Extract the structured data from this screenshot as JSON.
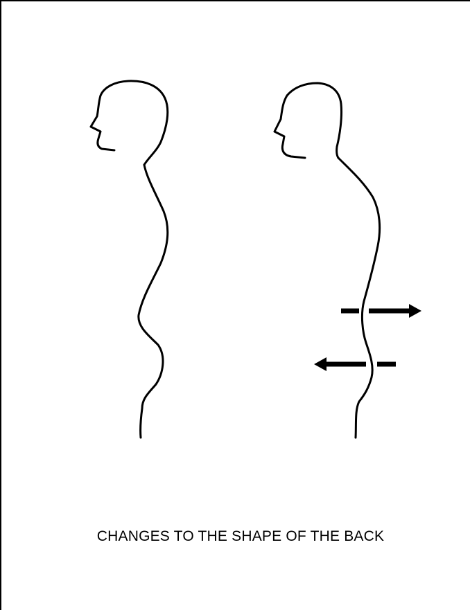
{
  "caption": "CHANGES TO THE SHAPE OF THE BACK",
  "figures": [
    {
      "name": "normal-posture-figure",
      "arrows": []
    },
    {
      "name": "altered-posture-figure",
      "arrows": [
        "right-arrow",
        "left-arrow"
      ]
    }
  ],
  "colors": {
    "line": "#000000",
    "background": "#ffffff"
  }
}
